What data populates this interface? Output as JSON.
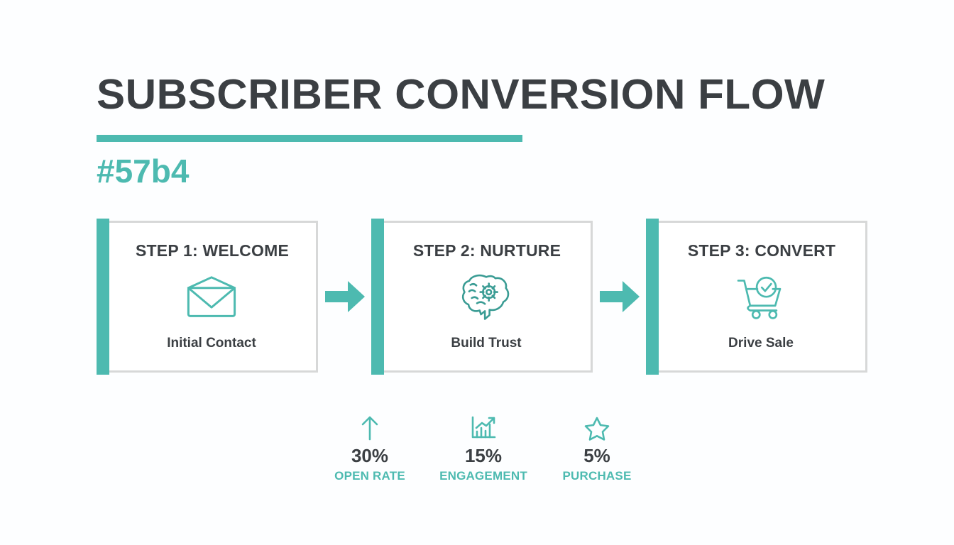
{
  "header": {
    "title": "SUBSCRIBER CONVERSION FLOW",
    "subtitle": "#57b4"
  },
  "colors": {
    "accent": "#4dbab0",
    "text_dark": "#3b3f43",
    "card_border": "#d7d8d8",
    "background": "#fdfeff"
  },
  "steps": [
    {
      "title": "STEP 1: WELCOME",
      "caption": "Initial Contact",
      "icon": "envelope-icon"
    },
    {
      "title": "STEP 2: NURTURE",
      "caption": "Build Trust",
      "icon": "brain-gear-icon"
    },
    {
      "title": "STEP 3: CONVERT",
      "caption": "Drive Sale",
      "icon": "shopping-cart-check-icon"
    }
  ],
  "arrows": {
    "icon": "arrow-right-icon",
    "count": 2
  },
  "metrics": [
    {
      "value": "30%",
      "label": "OPEN RATE",
      "icon": "arrow-up-icon"
    },
    {
      "value": "15%",
      "label": "ENGAGEMENT",
      "icon": "bar-chart-trend-icon"
    },
    {
      "value": "5%",
      "label": "PURCHASE",
      "icon": "star-outline-icon"
    }
  ]
}
